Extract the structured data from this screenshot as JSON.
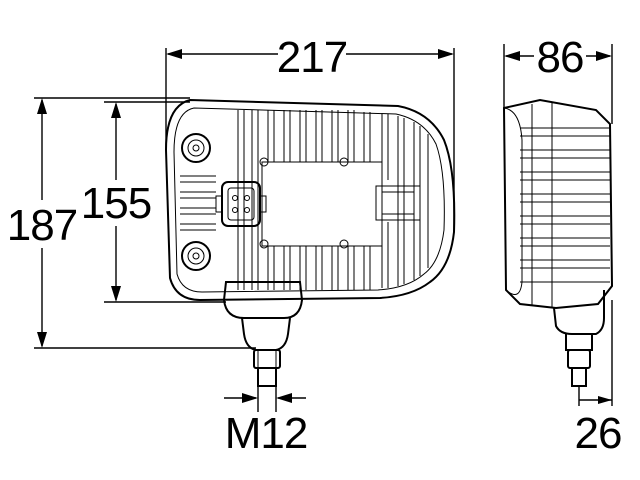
{
  "dimensions": {
    "width_front": "217",
    "width_side": "86",
    "height_total": "187",
    "height_body": "155",
    "thread": "M12",
    "stem_offset": "26"
  }
}
